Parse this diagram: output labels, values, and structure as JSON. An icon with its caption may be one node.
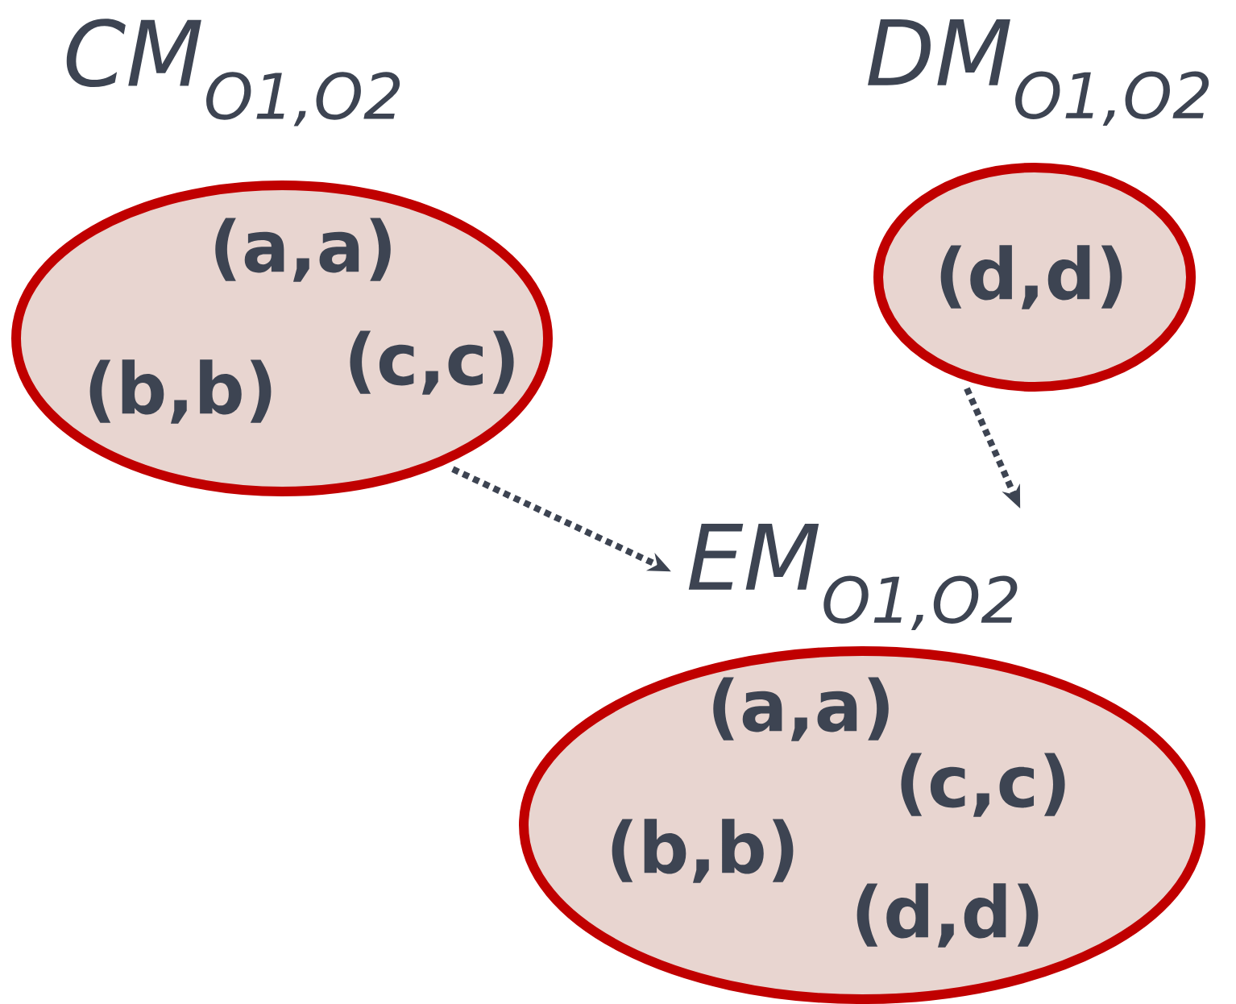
{
  "diagram": {
    "nodes": [
      {
        "text": [
          "CM$_{O1,O2}$",
          "(a,a)",
          "(b,b)",
          "(c,c)"
        ]
      },
      {
        "text": [
          "DM$_{O1,O2}$",
          "(d,d)"
        ]
      },
      {
        "text": [
          "EM$_{O1,O2}$",
          "(a,a)",
          "(c,c)",
          "(b,b)",
          "(d,d)"
        ]
      }
    ],
    "edges": [
      {
        "from": 0,
        "to": 2,
        "arrow": "to",
        "style": "dashed"
      },
      {
        "from": 1,
        "to": 2,
        "arrow": "to",
        "style": "dashed"
      }
    ]
  }
}
